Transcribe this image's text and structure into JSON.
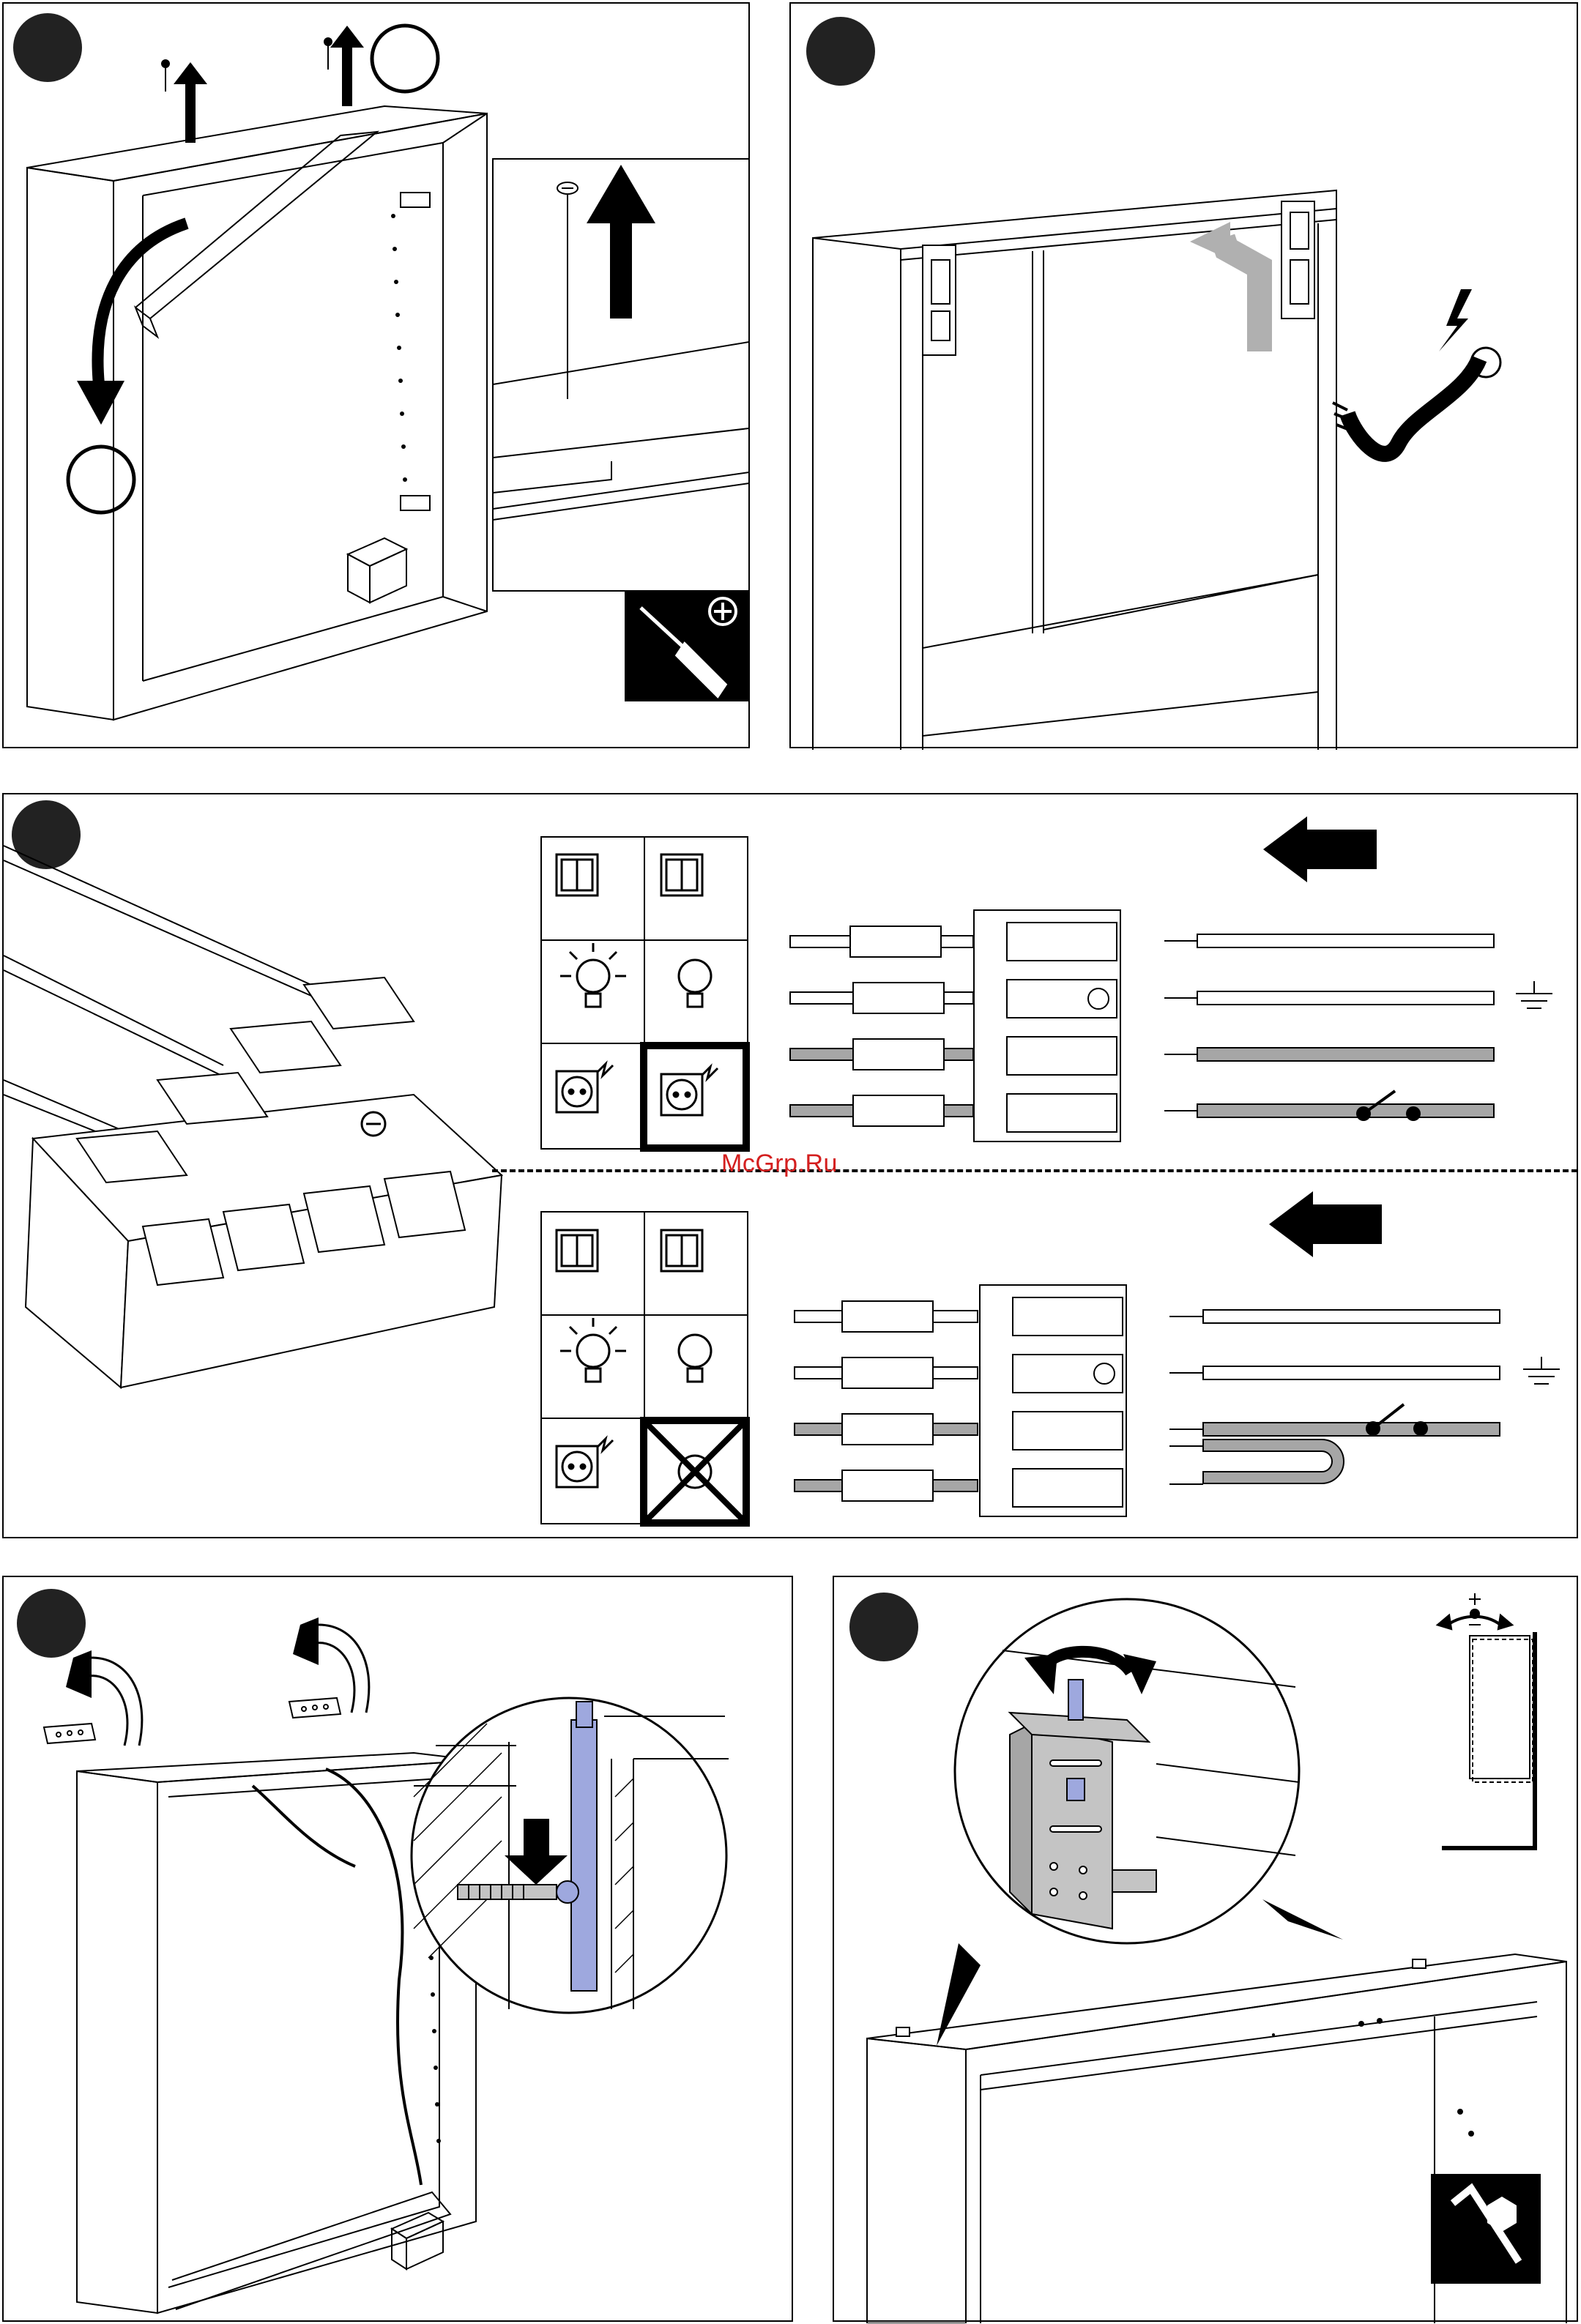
{
  "page": {
    "watermark": "McGrp.Ru"
  },
  "colors": {
    "ink": "#000000",
    "panel_bg": "#ffffff",
    "wire_gray": "#a6a6a6",
    "arrow_gray": "#b0b0b0",
    "highlight_blue": "#9ea8de",
    "bracket_gray": "#c4c4c4",
    "watermark_red": "#d41f1f"
  },
  "panels": [
    {
      "name": "step-remove-screws-and-strip",
      "icons": [
        "step-marker-icon",
        "screw-icon",
        "arrow-up-icon",
        "arrow-down-curved-icon",
        "screwdriver-phillips-icon"
      ]
    },
    {
      "name": "step-connect-cable-routing",
      "icons": [
        "step-marker-icon",
        "electric-bolt-icon",
        "arrow-bent-gray-icon",
        "mounting-bracket-icon"
      ]
    },
    {
      "name": "step-wiring-diagram",
      "icons": [
        "step-marker-icon",
        "switch-icon",
        "bulb-icon",
        "socket-icon",
        "ground-icon",
        "arrow-left-icon",
        "connector-terminal-icon"
      ]
    },
    {
      "name": "step-reinstall-brackets",
      "icons": [
        "step-marker-icon",
        "arrow-curved-icon",
        "hanger-bracket-icon",
        "detail-magnifier-icon"
      ]
    },
    {
      "name": "step-adjust-height",
      "icons": [
        "step-marker-icon",
        "rotate-arrows-icon",
        "plus-minus-adjust-icon",
        "allen-key-icon"
      ]
    }
  ],
  "wiring": {
    "top_label_set": [
      "switch-icon",
      "switch-icon",
      "bulb-active-icon",
      "bulb-icon",
      "socket-active-icon",
      "socket-selected-icon"
    ],
    "bottom_label_set": [
      "switch-icon",
      "switch-icon",
      "bulb-active-icon",
      "bulb-icon",
      "socket-active-icon",
      "socket-crossed-icon"
    ],
    "wire_styles": [
      "plain",
      "hatched",
      "gray",
      "gray"
    ]
  }
}
